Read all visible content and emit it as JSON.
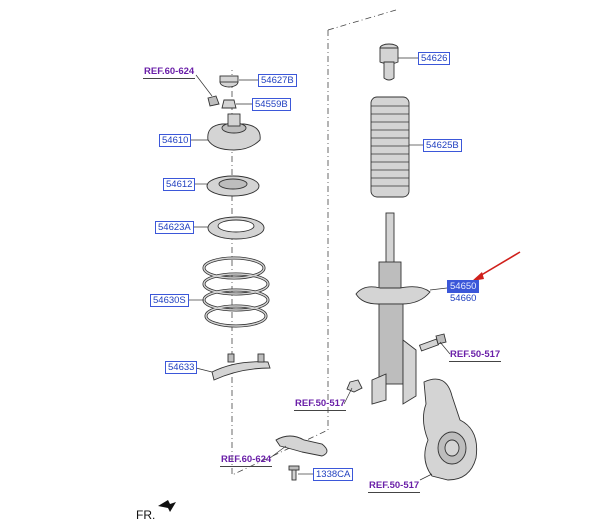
{
  "labels": {
    "p54626": "54626",
    "p54627b": "54627B",
    "p54559b": "54559B",
    "p54610": "54610",
    "p54625b": "54625B",
    "p54612": "54612",
    "p54623a": "54623A",
    "p54650": "54650",
    "p54660": "54660",
    "p54630s": "54630S",
    "p54633": "54633",
    "p1338ca": "1338CA"
  },
  "refs": {
    "ref_60_624_top": "REF.60-624",
    "ref_50_517_bolt": "REF.50-517",
    "ref_50_517_nut": "REF.50-517",
    "ref_60_624_bracket": "REF.60-624",
    "ref_50_517_knuckle": "REF.50-517"
  },
  "direction": {
    "fr": "FR."
  },
  "colors": {
    "label_blue": "#3b57d9",
    "ref_purple": "#6a1fa8",
    "arrow_red": "#d0201b"
  }
}
